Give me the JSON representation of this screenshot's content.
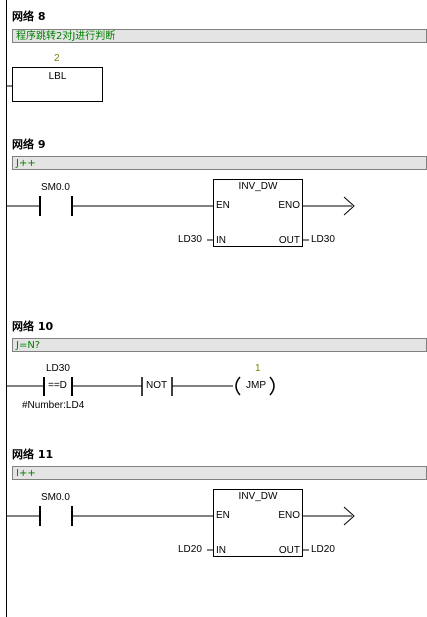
{
  "colors": {
    "comment_text": "#008000",
    "param_value": "#808000",
    "comment_bg": "#e4e4e4"
  },
  "networks": [
    {
      "title": "网络 8",
      "comment": "程序跳转2对J进行判断",
      "label_no": "2",
      "box": "LBL"
    },
    {
      "title": "网络 9",
      "comment": "J++",
      "contact": "SM0.0",
      "box": "INV_DW",
      "en": "EN",
      "eno": "ENO",
      "in": "IN",
      "out": "OUT",
      "in_operand": "LD30",
      "out_operand": "LD30"
    },
    {
      "title": "网络 10",
      "comment": "J=N?",
      "cmp_operand": "LD30",
      "cmp_op": "==D",
      "cmp_operand2": "#Number:LD4",
      "not_label": "NOT",
      "jmp_no": "1",
      "jmp_label": "JMP"
    },
    {
      "title": "网络 11",
      "comment": "I++",
      "contact": "SM0.0",
      "box": "INV_DW",
      "en": "EN",
      "eno": "ENO",
      "in": "IN",
      "out": "OUT",
      "in_operand": "LD20",
      "out_operand": "LD20"
    }
  ]
}
